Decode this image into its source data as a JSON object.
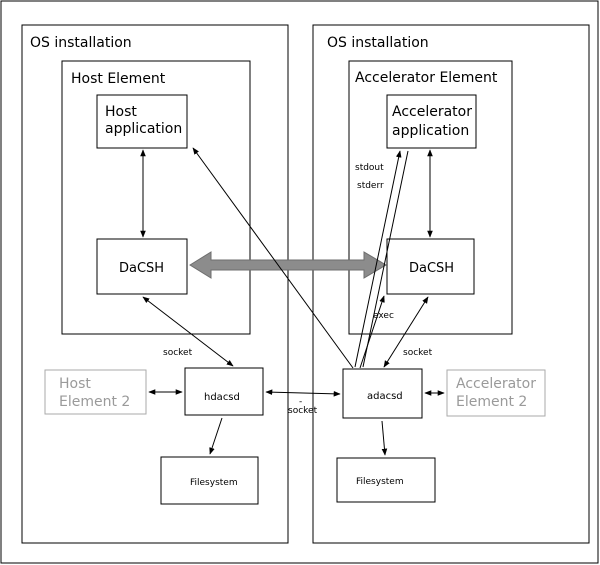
{
  "left_os": {
    "label": "OS installation"
  },
  "right_os": {
    "label": "OS installation"
  },
  "host_element": {
    "label": "Host Element"
  },
  "accelerator_element": {
    "label": "Accelerator Element"
  },
  "host_application": {
    "line1": "Host",
    "line2": "application"
  },
  "accelerator_application": {
    "line1": "Accelerator",
    "line2": "application"
  },
  "host_dacsh": {
    "label": "DaCSH"
  },
  "accelerator_dacsh": {
    "label": "DaCSH"
  },
  "hdacsd": {
    "label": "hdacsd"
  },
  "adacsd": {
    "label": "adacsd"
  },
  "host_element_2": {
    "line1": "Host",
    "line2": "Element 2"
  },
  "accelerator_element_2": {
    "line1": "Accelerator",
    "line2": "Element 2"
  },
  "host_filesystem": {
    "label": "Filesystem"
  },
  "accelerator_filesystem": {
    "label": "Filesystem"
  },
  "labels": {
    "stdout": "stdout",
    "stderr": "stderr",
    "exec": "exec",
    "socket_host": "socket",
    "socket_accel": "socket",
    "socket_middle": "socket",
    "dash": "-"
  },
  "colors": {
    "line": "#000000",
    "gray_text": "#9a9a9a",
    "arrow_gray": "#8c8c8c"
  }
}
